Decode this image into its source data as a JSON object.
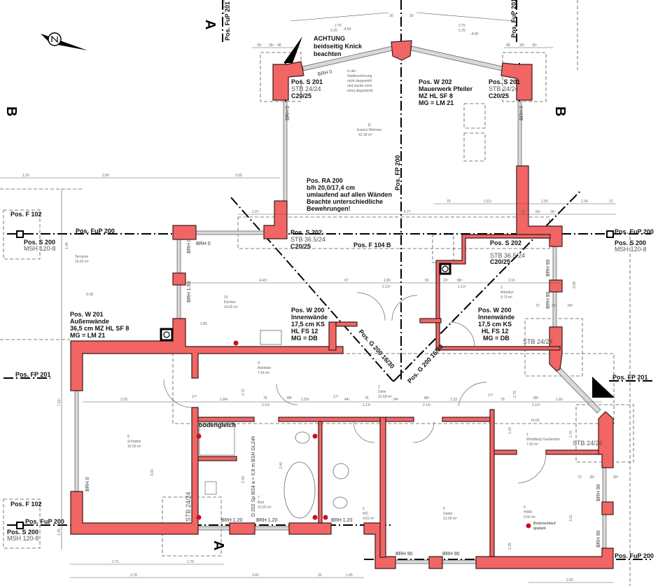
{
  "colors": {
    "wall": "#f26565",
    "outline": "#3a1a1a",
    "axis": "#000000",
    "marker": "#c8121e"
  },
  "section_marks": {
    "a": "A",
    "b": "B"
  },
  "notes": {
    "achtung": [
      "ACHTUNG",
      "beidseitig Knick",
      "beachten"
    ],
    "statik": [
      "in der",
      "Statikzeichnung",
      "nicht dargestellt",
      "und wurde nicht",
      "extra abgesteckt"
    ],
    "bodengleich": "bodengleich",
    "bodeneinlauf": [
      "Bodeneinlauf",
      "geplant"
    ],
    "beam": "D 202 Sp 8/24 a = 0,8 m BSH GL24h"
  },
  "positions": {
    "s201": [
      "Pos. S 201",
      "STB 24/24",
      "C20/25"
    ],
    "w202": [
      "Pos. W 202",
      "Mauerwerk Pfeiler",
      "MZ HL SF 8",
      "MG = LM 21"
    ],
    "ra200": [
      "Pos. RA 200",
      "b/h 20,0/17,4 cm",
      "umlaufend auf allen Wänden",
      "Beachte unterschiedliche",
      "Bewehrungen!"
    ],
    "s202": [
      "Pos. S 202",
      "STB 36.5/24",
      "C20/25"
    ],
    "s200": [
      "Pos. S 200",
      "MSH 120-8"
    ],
    "f102": "Pos. F 102",
    "fup200": "Pos. FuP 200",
    "fup201": "Pos. FuP 201",
    "fp200": "Pos. FP 200",
    "fp201": "Pos. FP 201",
    "f104b": "Pos. F 104 B",
    "w201": [
      "Pos. W 201",
      "Außenwände",
      "36,5 cm MZ HL SF 8",
      "MG = LM 21"
    ],
    "w200": [
      "Pos. W 200",
      "Innenwände",
      "17,5 cm KS",
      "HL   FS 12",
      "MG = DB"
    ],
    "g200": "Pos. G 200 16/30",
    "stb2424": "STB 24/24"
  },
  "rooms": [
    {
      "no": "11",
      "name": "Essen/ Wohnen",
      "area": "42.38 m²"
    },
    {
      "no": "",
      "name": "Terrasse",
      "area": "16.62 m²"
    },
    {
      "no": "10",
      "name": "Küchen",
      "area": "14.42 m²"
    },
    {
      "no": "3",
      "name": "Arbeiten",
      "area": "9.73 m²"
    },
    {
      "no": "9",
      "name": "Ankleide",
      "area": "7.54 m²"
    },
    {
      "no": "2",
      "name": "Diele",
      "area": "10.59 m²"
    },
    {
      "no": "8",
      "name": "Schlafen",
      "area": "16.00 m²"
    },
    {
      "no": "7",
      "name": "Bad",
      "area": "10.20 m²"
    },
    {
      "no": "6",
      "name": "WC",
      "area": "4.81 m²"
    },
    {
      "no": "5",
      "name": "Gäste",
      "area": "12.00 m²"
    },
    {
      "no": "4",
      "name": "HWR",
      "area": "9.56 m²"
    },
    {
      "no": "1",
      "name": "Windfang/ Garderobe",
      "area": "7.43 m²"
    }
  ],
  "brh": {
    "b0": "BRH 0",
    "b150": "BRH 1.50",
    "b90": "BRH 90",
    "b120": "BRH 1.20"
  },
  "elevations": {
    "terrace": "-0.02",
    "entry": "±0.00"
  },
  "dims": {
    "top": [
      "30",
      "30",
      "2.75",
      "2.25",
      "-4.60",
      "2.75",
      "2.25",
      "-4.60",
      "35⁵",
      "36⁵",
      "48",
      "48",
      "36⁵",
      "35⁵"
    ],
    "row1": [
      "1.20",
      "3.90",
      "3.00"
    ],
    "row2": [
      "1.07",
      "6.77",
      "75",
      "1.61⁵",
      "1.00",
      "1.34",
      "12",
      "36⁵",
      "63⁵",
      "36⁵"
    ],
    "row3": [
      "4.43⁵",
      "67",
      "1.80",
      "2.13⁵",
      "50",
      "20⁵",
      "88⁵",
      "2.13⁵",
      "2.16",
      "2.08",
      "1.85",
      "73",
      "36⁵",
      "60⁵"
    ],
    "row4": [
      "3.20",
      "17⁵",
      "1.64⁵",
      "76",
      "2.13⁵",
      "88⁵",
      "1.59⁵",
      "17⁵",
      "44⁵",
      "76",
      "2.13⁵",
      "94⁵",
      "88⁵",
      "2.13⁵",
      "1.33",
      "17⁵",
      "70",
      "88⁵",
      "2.13⁵",
      "1.60"
    ],
    "vertical": [
      "7.11⁵",
      "1.45",
      "1.45",
      "3.00",
      "2.72",
      "2.40",
      "2.40",
      "3.11",
      "1.25",
      "1.20",
      "1.70",
      "2.75"
    ],
    "bottom": [
      "2.71",
      "1.70",
      "3.78",
      "3.42",
      "32",
      "1.45",
      "2.50",
      "73",
      "36⁵",
      "60⁵"
    ]
  }
}
